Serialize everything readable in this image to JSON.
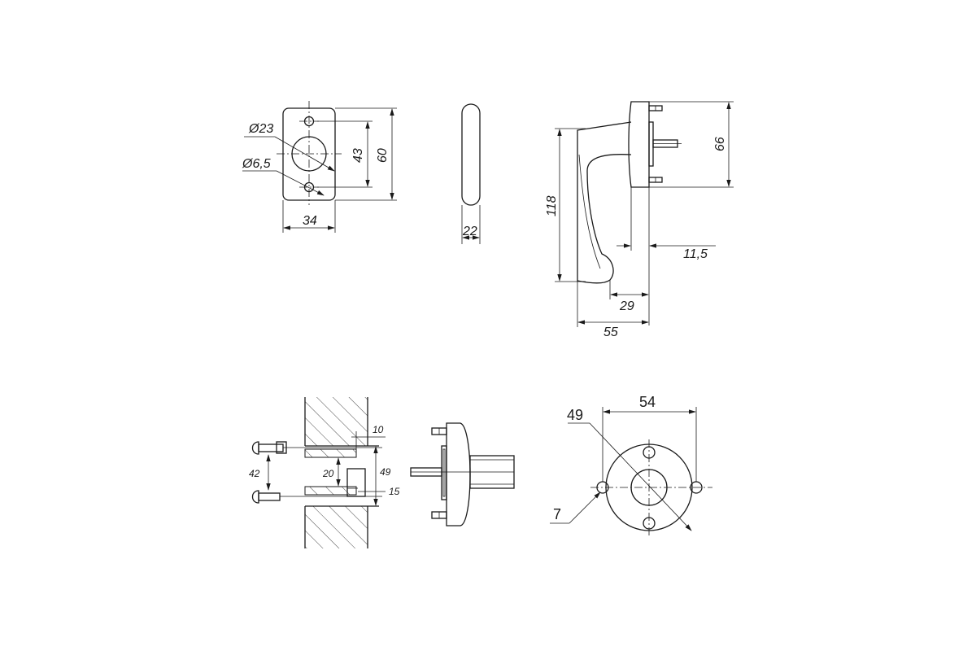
{
  "views": {
    "rosette_front": {
      "dia_bore": "Ø23",
      "dia_hole": "Ø6,5",
      "dim_hole_spacing": "43",
      "dim_height": "60",
      "dim_width": "34"
    },
    "rosette_edge": {
      "dim_thickness": "22"
    },
    "handle_side": {
      "dim_rosette_height": "66",
      "dim_handle_length": "118",
      "dim_spindle_offset": "11,5",
      "dim_grip_offset": "29",
      "dim_projection": "55"
    },
    "installation_section": {
      "dim_top_gap": "10",
      "dim_screw_spacing": "42",
      "dim_slot": "20",
      "dim_depth": "49",
      "dim_bottom": "15"
    },
    "round_rosette": {
      "dim_outer": "54",
      "dim_pitch": "49",
      "dim_hole": "7"
    }
  }
}
